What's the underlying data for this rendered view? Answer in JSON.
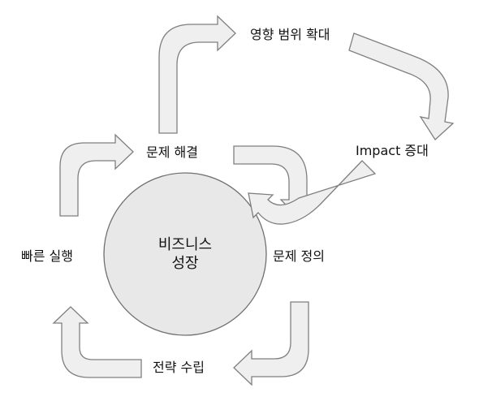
{
  "diagram": {
    "center": {
      "line1": "비즈니스",
      "line2": "성장"
    },
    "nodes": {
      "problem_solving": "문제 해결",
      "impact_scope": "영향 범위 확대",
      "impact_increase": "Impact 증대",
      "problem_definition": "문제 정의",
      "strategy": "전략 수립",
      "fast_execution": "빠른 실행"
    },
    "colors": {
      "arrow_fill": "#efefef",
      "arrow_stroke": "#7f7f7f",
      "hub_fill": "#e8e8e8"
    }
  }
}
